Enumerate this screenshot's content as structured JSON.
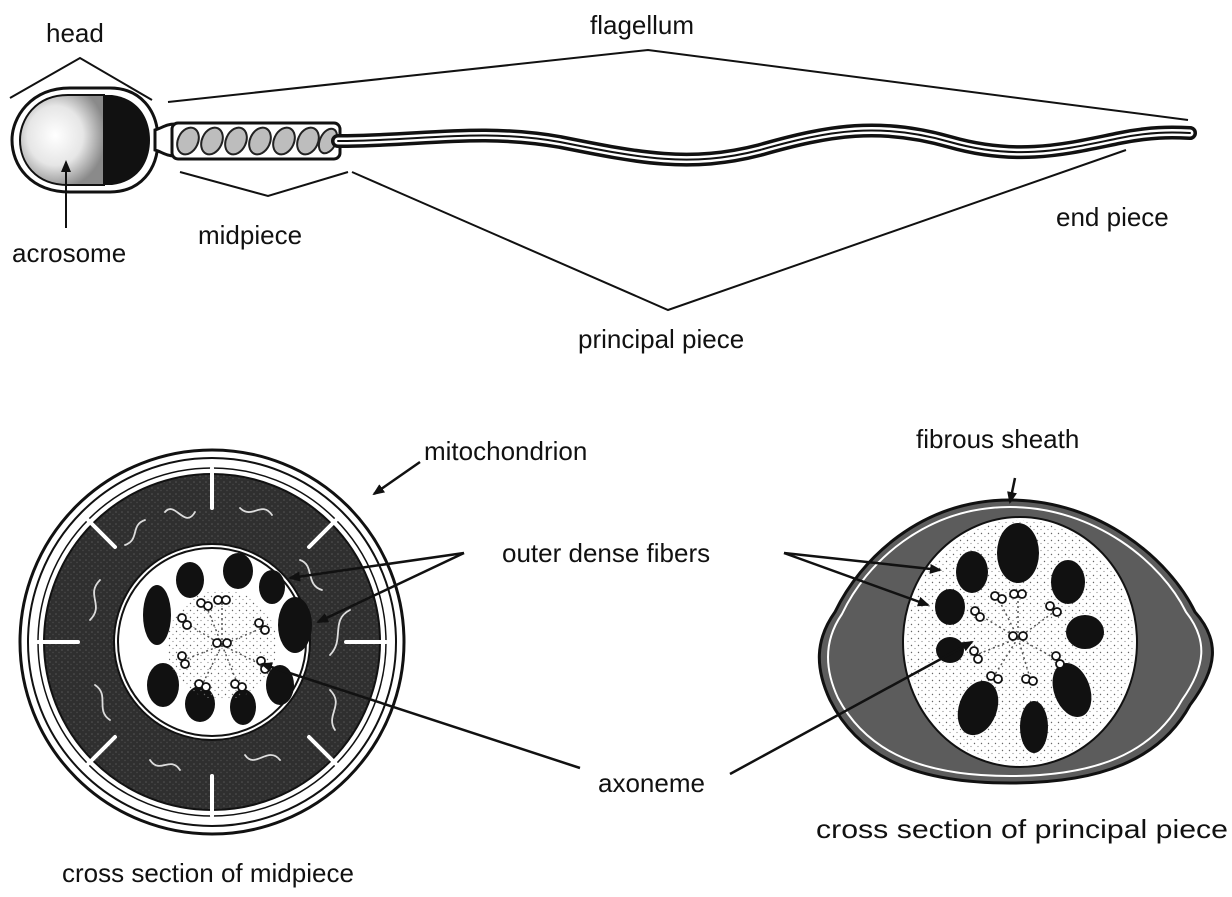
{
  "labels": {
    "head": "head",
    "flagellum": "flagellum",
    "acrosome": "acrosome",
    "midpiece": "midpiece",
    "end_piece": "end piece",
    "principal_piece": "principal piece",
    "mitochondrion": "mitochondrion",
    "fibrous_sheath": "fibrous sheath",
    "outer_dense_fibers": "outer dense fibers",
    "axoneme": "axoneme",
    "cs_midpiece": "cross section of midpiece",
    "cs_principal_piece": "cross section of principal piece"
  },
  "colors": {
    "ink": "#111111",
    "sheath_gray": "#5c5c5c",
    "mitochondria": "#2f2f2f",
    "background": "#ffffff"
  }
}
